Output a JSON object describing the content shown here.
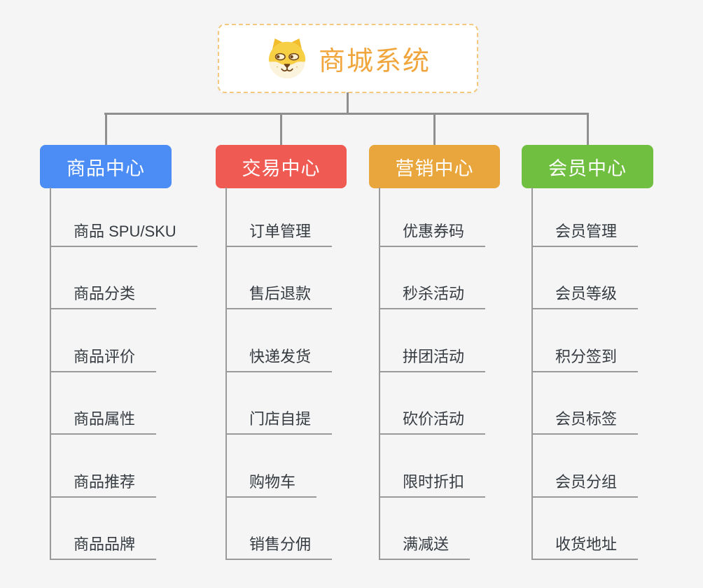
{
  "root": {
    "label": "商城系统",
    "icon": "shiba-dog-icon"
  },
  "branches": [
    {
      "label": "商品中心",
      "color": "#4B8DF4",
      "children": [
        "商品 SPU/SKU",
        "商品分类",
        "商品评价",
        "商品属性",
        "商品推荐",
        "商品品牌"
      ]
    },
    {
      "label": "交易中心",
      "color": "#EF5A53",
      "children": [
        "订单管理",
        "售后退款",
        "快递发货",
        "门店自提",
        "购物车",
        "销售分佣"
      ]
    },
    {
      "label": "营销中心",
      "color": "#E9A63C",
      "children": [
        "优惠券码",
        "秒杀活动",
        "拼团活动",
        "砍价活动",
        "限时折扣",
        "满减送"
      ]
    },
    {
      "label": "会员中心",
      "color": "#71BF41",
      "children": [
        "会员管理",
        "会员等级",
        "积分签到",
        "会员标签",
        "会员分组",
        "收货地址"
      ]
    }
  ],
  "colors": {
    "background": "#F5F5F5",
    "root_text": "#F0A63C",
    "root_border": "#F2C97E",
    "connector": "#8F8F8F",
    "child_underline": "#9A9A9A",
    "child_text": "#353B41",
    "branch_text": "#FFFFFF"
  }
}
